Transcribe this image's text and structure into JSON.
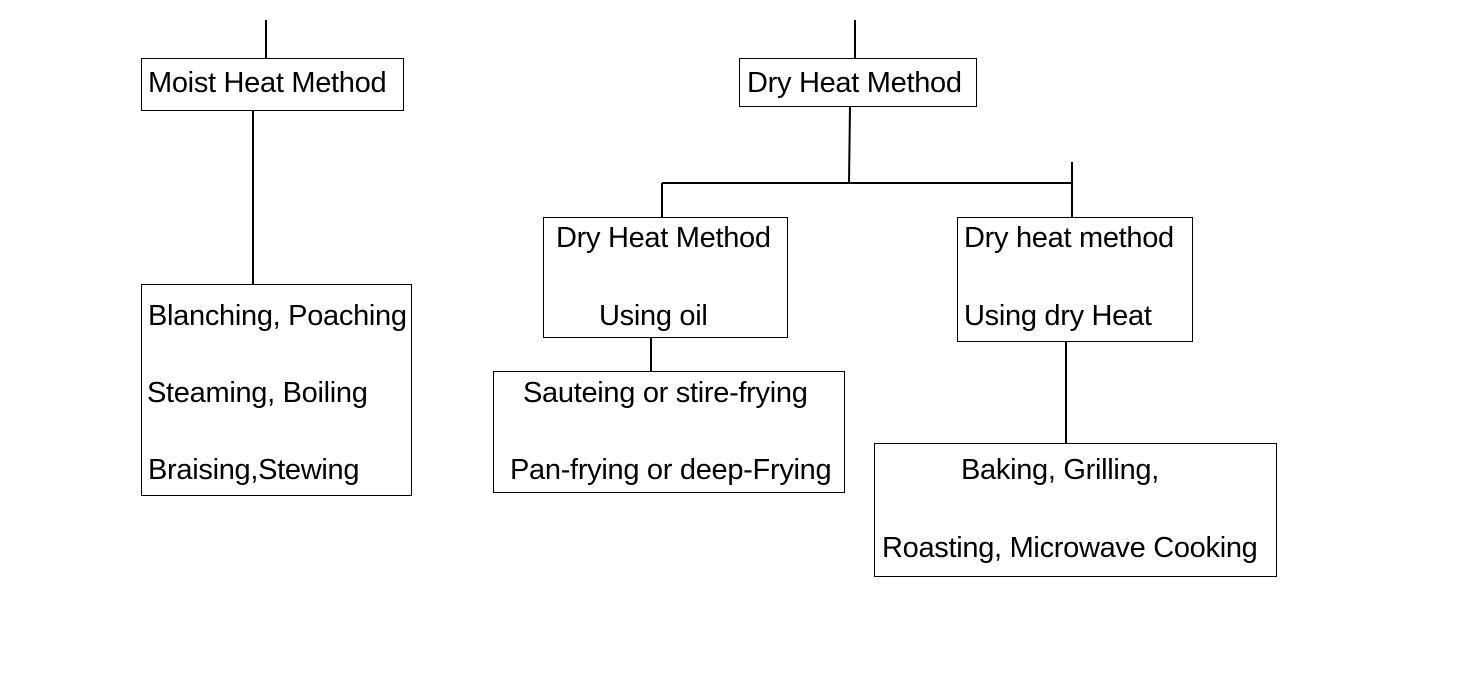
{
  "diagram": {
    "moist": {
      "title": "Moist Heat Method",
      "methods": {
        "line1": "Blanching, Poaching",
        "line2": "Steaming, Boiling",
        "line3": "Braising,Stewing"
      }
    },
    "dry": {
      "title": "Dry Heat Method",
      "oil": {
        "line1": "Dry Heat Method",
        "line2": "Using oil",
        "methods": {
          "line1": "Sauteing or stire-frying",
          "line2": "Pan-frying or deep-Frying"
        }
      },
      "dryheat": {
        "line1": "Dry heat method",
        "line2": "Using dry Heat",
        "methods": {
          "line1": "Baking, Grilling,",
          "line2": "Roasting, Microwave Cooking"
        }
      }
    }
  }
}
